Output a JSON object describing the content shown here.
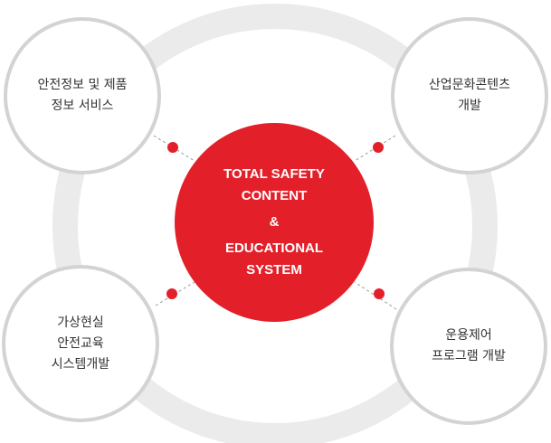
{
  "center": {
    "line1": "TOTAL SAFETY",
    "line2": "CONTENT",
    "amp": "&",
    "line3": "EDUCATIONAL",
    "line4": "SYSTEM"
  },
  "nodes": [
    {
      "line1": "안전정보 및 제품",
      "line2": "정보 서비스"
    },
    {
      "line1": "산업문화콘텐츠",
      "line2": "개발"
    },
    {
      "line1": "가상현실",
      "line2": "안전교육",
      "line3": "시스템개발"
    },
    {
      "line1": "운용제어",
      "line2": "프로그램 개발"
    }
  ],
  "colors": {
    "accent": "#e3202a",
    "ring": "#ebebeb",
    "node_border": "#d3d3d3"
  }
}
